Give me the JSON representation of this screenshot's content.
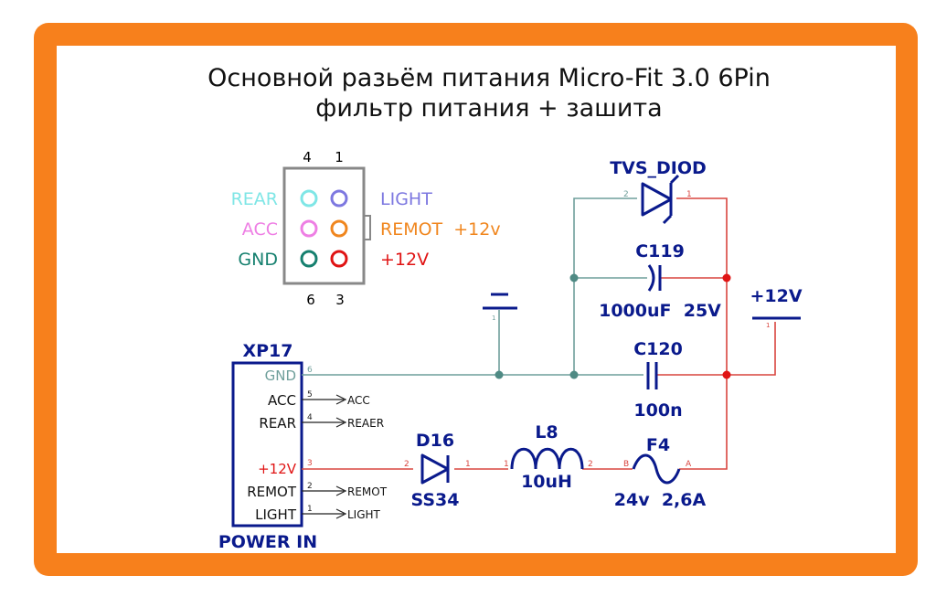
{
  "title": {
    "line1": "Основной разьём питания Micro-Fit 3.0 6Pin",
    "line2": "фильтр питания + зашита"
  },
  "connector": {
    "pin_numbers_top": [
      "4",
      "1"
    ],
    "pin_numbers_bottom": [
      "6",
      "3"
    ],
    "left_labels": [
      "REAR",
      "ACC",
      "GND"
    ],
    "right_labels": [
      "LIGHT",
      "REMOT  +12v",
      "+12V"
    ],
    "colors": {
      "rear": "#7fe6e6",
      "acc": "#ee7fe4",
      "gnd": "#16806f",
      "light": "#7d78e0",
      "remot": "#f0861e",
      "plus12": "#e01414"
    }
  },
  "xp17": {
    "ref": "XP17",
    "footer": "POWER IN",
    "pins": [
      {
        "label": "GND",
        "num": "6"
      },
      {
        "label": "ACC",
        "num": "5",
        "net": "ACC"
      },
      {
        "label": "REAR",
        "num": "4",
        "net": "REAER"
      },
      {
        "label": "+12V",
        "num": "3"
      },
      {
        "label": "REMOT",
        "num": "2",
        "net": "REMOT"
      },
      {
        "label": "LIGHT",
        "num": "1",
        "net": "LIGHT"
      }
    ]
  },
  "components": {
    "d16": {
      "ref": "D16",
      "value": "SS34",
      "pin_a": "2",
      "pin_k": "1"
    },
    "l8": {
      "ref": "L8",
      "value": "10uH",
      "pin1": "1",
      "pin2": "2"
    },
    "f4": {
      "ref": "F4",
      "value": "24v  2,6A",
      "pin_b": "B",
      "pin_a": "A"
    },
    "tvs": {
      "ref": "TVS_DIOD",
      "pin2": "2",
      "pin1": "1"
    },
    "c119": {
      "ref": "C119",
      "value": "1000uF  25V"
    },
    "c120": {
      "ref": "C120",
      "value": "100n"
    },
    "power_flag": {
      "label": "+12V",
      "pin": "1"
    },
    "ground_pin": "1"
  },
  "colors": {
    "frame": "#f7801c",
    "wire_gnd": "#6f9f9b",
    "wire_power": "#d9453f",
    "symbol": "#0a1a8c"
  }
}
